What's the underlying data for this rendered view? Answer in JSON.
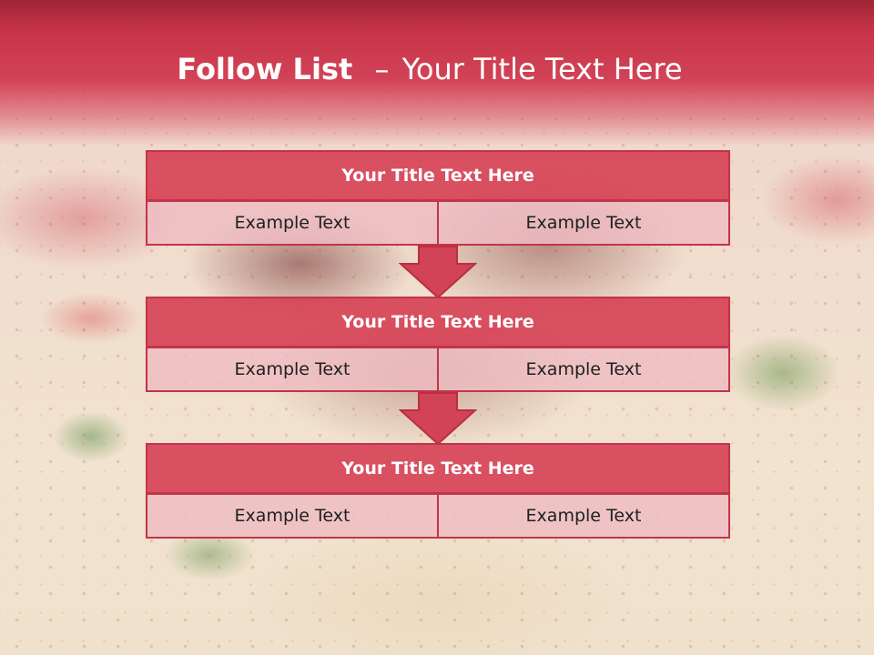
{
  "header": {
    "title_bold": "Follow List",
    "title_dash": "–",
    "title_rest": "Your Title Text Here"
  },
  "blocks": [
    {
      "title": "Your Title Text Here",
      "left": "Example Text",
      "right": "Example Text"
    },
    {
      "title": "Your Title Text Here",
      "left": "Example Text",
      "right": "Example Text"
    },
    {
      "title": "Your Title Text Here",
      "left": "Example Text",
      "right": "Example Text"
    }
  ],
  "colors": {
    "accent": "#d24357",
    "header_dark": "#9e2535",
    "cell_fill": "#eebcc2"
  }
}
